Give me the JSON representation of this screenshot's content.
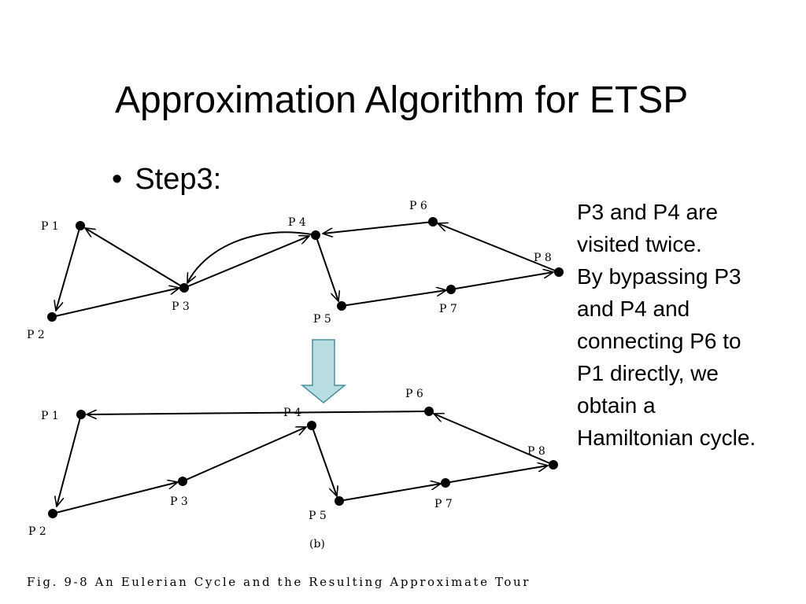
{
  "slide": {
    "title": "Approximation Algorithm for ETSP",
    "bullet": "Step3:"
  },
  "explanation": {
    "lines": [
      "P3 and P4 are",
      "visited twice.",
      "By bypassing P3",
      "and P4 and",
      "connecting P6 to",
      "P1 directly, we",
      "obtain a",
      "Hamiltonian cycle."
    ]
  },
  "figure": {
    "top": {
      "labels": {
        "p1": "P 1",
        "p2": "P 2",
        "p3": "P 3",
        "p4": "P 4",
        "p5": "P 5",
        "p6": "P 6",
        "p7": "P 7",
        "p8": "P 8"
      }
    },
    "bottom": {
      "labels": {
        "p1": "P 1",
        "p2": "P 2",
        "p3": "P 3",
        "p4": "P 4",
        "p5": "P 5",
        "p6": "P 6",
        "p7": "P 7",
        "p8": "P 8"
      },
      "sub_label": "(b)"
    },
    "caption": "Fig. 9-8 An Eulerian Cycle and the Resulting Approximate Tour",
    "colors": {
      "arrow_fill": "#b7dde1",
      "arrow_stroke": "#4a8f9c",
      "ink": "#000000"
    }
  }
}
